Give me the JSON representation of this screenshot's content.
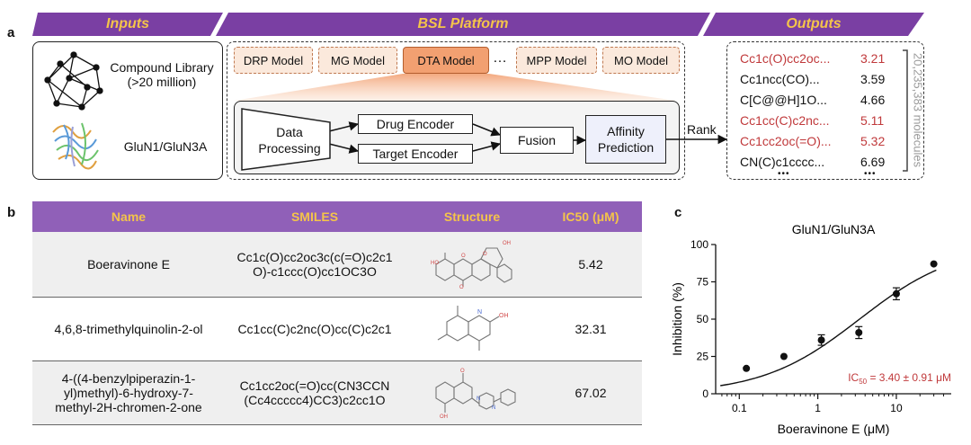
{
  "panel_a": {
    "letter": "a",
    "ribbons": {
      "inputs": "Inputs",
      "platform": "BSL Platform",
      "outputs": "Outputs"
    },
    "inputs": {
      "compound_library": "Compound Library",
      "compound_count": "(>20 million)",
      "target": "GluN1/GluN3A"
    },
    "models": [
      "DRP Model",
      "MG Model",
      "DTA Model",
      "MPP Model",
      "MO Model"
    ],
    "ellipsis": "…",
    "flow": {
      "data_processing": "Data Processing",
      "drug_encoder": "Drug Encoder",
      "target_encoder": "Target Encoder",
      "fusion": "Fusion",
      "affinity_prediction": "Affinity Prediction",
      "rank": "Rank"
    },
    "outputs": [
      {
        "smiles": "Cc1c(O)cc2oc...",
        "value": "3.21",
        "highlight": true
      },
      {
        "smiles": "Cc1ncc(CO)...",
        "value": "3.59",
        "highlight": false
      },
      {
        "smiles": "C[C@@H]1O...",
        "value": "4.66",
        "highlight": false
      },
      {
        "smiles": "Cc1cc(C)c2nc...",
        "value": "5.11",
        "highlight": true
      },
      {
        "smiles": "Cc1cc2oc(=O)...",
        "value": "5.32",
        "highlight": true
      },
      {
        "smiles": "CN(C)c1cccc...",
        "value": "6.69",
        "highlight": false
      }
    ],
    "outputs_more": "•••",
    "molecule_count": "20,235,383 molecules"
  },
  "panel_b": {
    "letter": "b",
    "headers": [
      "Name",
      "SMILES",
      "Structure",
      "IC50 (μM)"
    ],
    "rows": [
      {
        "name": "Boeravinone E",
        "smiles": "Cc1c(O)cc2oc3c(c(=O)c2c1O)-c1ccc(O)cc1OC3O",
        "ic50": "5.42"
      },
      {
        "name": "4,6,8-trimethylquinolin-2-ol",
        "smiles": "Cc1cc(C)c2nc(O)cc(C)c2c1",
        "ic50": "32.31"
      },
      {
        "name": "4-((4-benzylpiperazin-1-yl)methyl)-6-hydroxy-7-methyl-2H-chromen-2-one",
        "smiles": "Cc1cc2oc(=O)cc(CN3CCN(Cc4ccccc4)CC3)c2cc1O",
        "ic50": "67.02"
      }
    ]
  },
  "panel_c": {
    "letter": "c",
    "chart_data": {
      "type": "scatter",
      "title": "GluN1/GluN3A",
      "xlabel": "Boeravinone E (μM)",
      "ylabel": "Inhibition (%)",
      "x_scale": "log",
      "xlim": [
        0.05,
        50
      ],
      "ylim": [
        0,
        100
      ],
      "xticks": [
        "0.1",
        "1",
        "10"
      ],
      "yticks": [
        "0",
        "25",
        "50",
        "75",
        "100"
      ],
      "points": [
        {
          "x": 0.123,
          "y": 17,
          "err": 0
        },
        {
          "x": 0.37,
          "y": 25,
          "err": 0
        },
        {
          "x": 1.11,
          "y": 36,
          "err": 3.5
        },
        {
          "x": 3.33,
          "y": 41,
          "err": 4
        },
        {
          "x": 10,
          "y": 67,
          "err": 4
        },
        {
          "x": 30,
          "y": 87,
          "err": 0
        }
      ],
      "fit": {
        "ic50": 3.4,
        "hill": 0.7,
        "top": 100,
        "bottom": 0
      },
      "annotation": {
        "prefix": "IC",
        "sub": "50",
        "suffix": " = 3.40 ± 0.91 μM"
      }
    }
  },
  "colors": {
    "purple": "#7a3fa3",
    "gold": "#f4c44a",
    "red": "#c0393b",
    "orange": "#f2a071"
  }
}
